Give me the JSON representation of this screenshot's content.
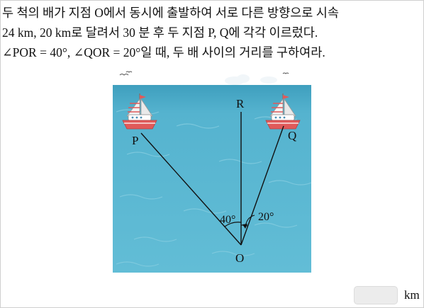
{
  "problem": {
    "line1": "두 척의 배가 지점 O에서 동시에 출발하여 서로 다른 방향으로 시속",
    "line2": "24 km, 20 km로 달려서 30 분 후 두 지점 P, Q에 각각 이르렀다.",
    "line3": "∠POR = 40°, ∠QOR = 20°일 때, 두 배 사이의 거리를 구하여라."
  },
  "figure": {
    "label_R": "R",
    "label_P": "P",
    "label_Q": "Q",
    "label_O": "O",
    "angle_POR": "40°",
    "angle_QOR": "20°",
    "colors": {
      "sky": "#ffffff",
      "sea": "#5cb8d2",
      "sea_top": "#3f9fbe",
      "line": "#111111",
      "boat_red": "#e05a5a"
    }
  },
  "answer": {
    "value": "",
    "unit": "km"
  }
}
